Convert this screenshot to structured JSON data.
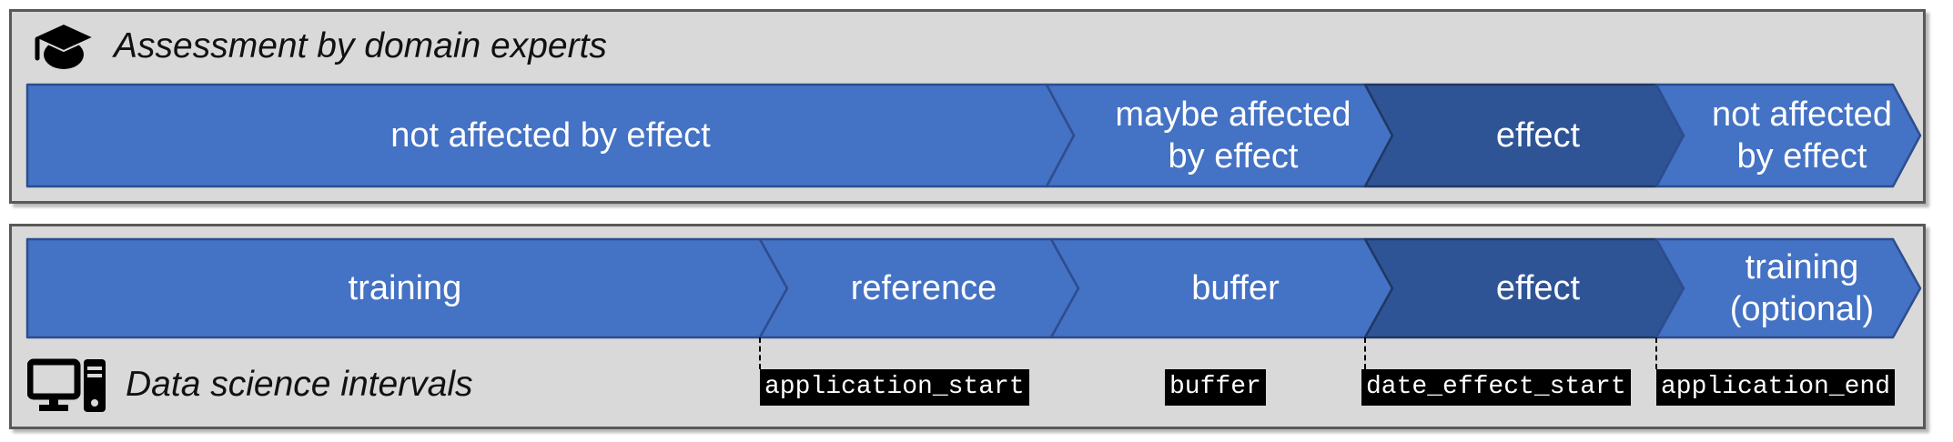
{
  "panels": {
    "experts": {
      "title": "Assessment by domain experts",
      "icon": "graduation-cap-icon",
      "segments": [
        {
          "label": "not affected by effect",
          "lines": [
            "not affected by effect"
          ],
          "variant": "light"
        },
        {
          "label": "maybe affected by effect",
          "lines": [
            "maybe affected",
            "by effect"
          ],
          "variant": "light"
        },
        {
          "label": "effect",
          "lines": [
            "effect"
          ],
          "variant": "dark"
        },
        {
          "label": "not affected by effect",
          "lines": [
            "not affected",
            "by effect"
          ],
          "variant": "light"
        }
      ]
    },
    "datascience": {
      "title": "Data science intervals",
      "icon": "desktop-computer-icon",
      "segments": [
        {
          "label": "training",
          "lines": [
            "training"
          ],
          "variant": "light"
        },
        {
          "label": "reference",
          "lines": [
            "reference"
          ],
          "variant": "light"
        },
        {
          "label": "buffer",
          "lines": [
            "buffer"
          ],
          "variant": "light"
        },
        {
          "label": "effect",
          "lines": [
            "effect"
          ],
          "variant": "dark"
        },
        {
          "label": "training (optional)",
          "lines": [
            "training",
            "(optional)"
          ],
          "variant": "light"
        }
      ],
      "markers": [
        {
          "label": "application_start",
          "has_dashed_line": true
        },
        {
          "label": "buffer",
          "has_dashed_line": false
        },
        {
          "label": "date_effect_start",
          "has_dashed_line": true
        },
        {
          "label": "application_end",
          "has_dashed_line": true
        }
      ]
    }
  },
  "colors": {
    "segment_light": "#4472c4",
    "segment_dark": "#2f5496",
    "segment_outline": "#2e4d8f",
    "segment_outline_dark": "#203864",
    "panel_bg": "#d9d9d9",
    "panel_border": "#595959",
    "marker_bg": "#000000",
    "marker_fg": "#ffffff"
  }
}
